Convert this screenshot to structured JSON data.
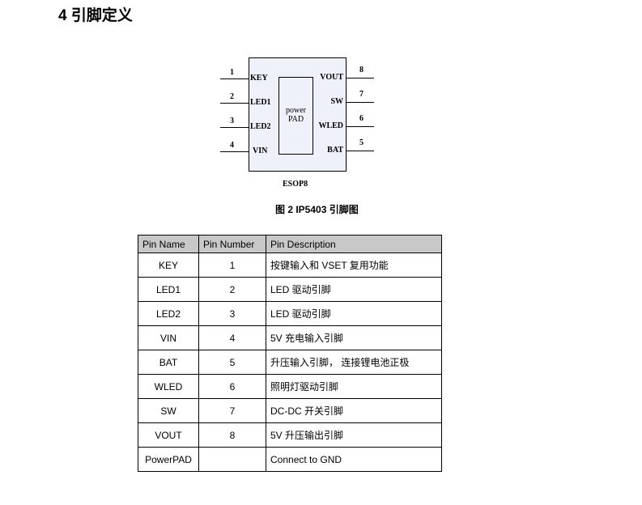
{
  "heading": "4  引脚定义",
  "diagram": {
    "package": "ESOP8",
    "pad": [
      "power",
      "PAD"
    ],
    "left_pins": [
      {
        "num": "1",
        "name": "KEY"
      },
      {
        "num": "2",
        "name": "LED1"
      },
      {
        "num": "3",
        "name": "LED2"
      },
      {
        "num": "4",
        "name": "VIN"
      }
    ],
    "right_pins": [
      {
        "num": "8",
        "name": "VOUT"
      },
      {
        "num": "7",
        "name": "SW"
      },
      {
        "num": "6",
        "name": "WLED"
      },
      {
        "num": "5",
        "name": "BAT"
      }
    ]
  },
  "figure_caption": "图  2 IP5403 引脚图",
  "table": {
    "headers": [
      "Pin Name",
      "Pin Number",
      "Pin Description"
    ],
    "rows": [
      [
        "KEY",
        "1",
        "按键输入和 VSET 复用功能"
      ],
      [
        "LED1",
        "2",
        "LED 驱动引脚"
      ],
      [
        "LED2",
        "3",
        "LED 驱动引脚"
      ],
      [
        "VIN",
        "4",
        "5V 充电输入引脚"
      ],
      [
        "BAT",
        "5",
        "升压输入引脚，  连接锂电池正极"
      ],
      [
        "WLED",
        "6",
        "照明灯驱动引脚"
      ],
      [
        "SW",
        "7",
        "DC-DC  开关引脚"
      ],
      [
        "VOUT",
        "8",
        "5V 升压输出引脚"
      ],
      [
        "PowerPAD",
        "",
        "Connect to GND"
      ]
    ]
  }
}
